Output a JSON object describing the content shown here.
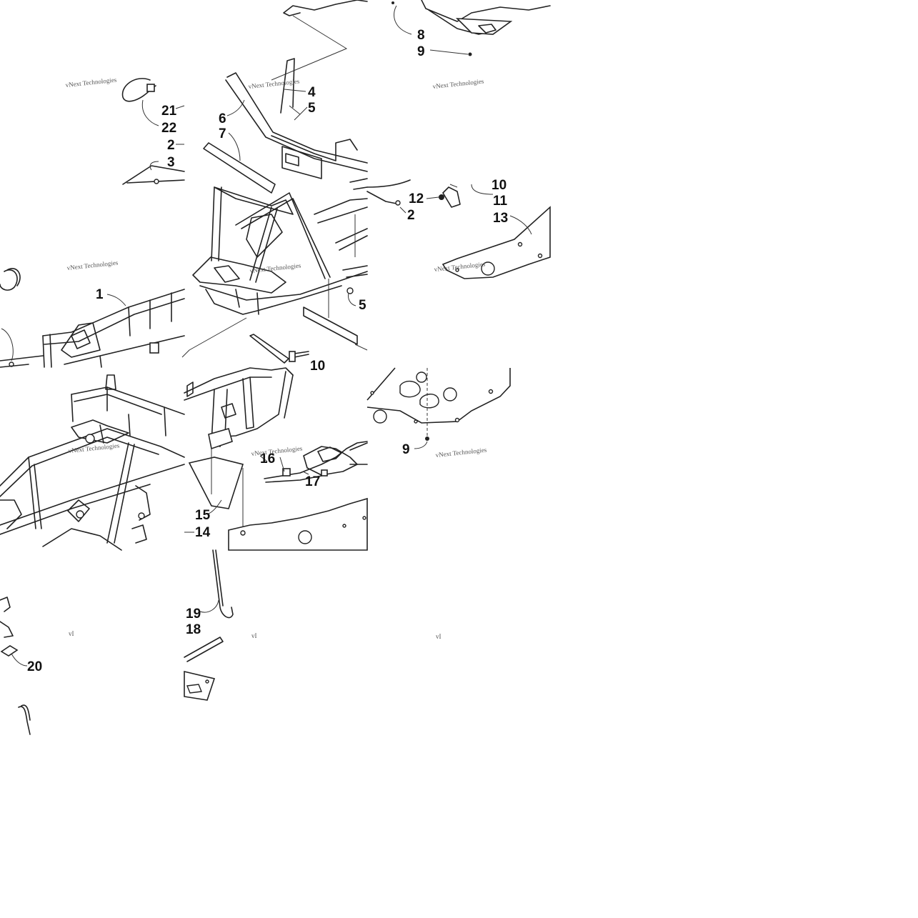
{
  "callouts": [
    "1",
    "2",
    "2",
    "3",
    "4",
    "5",
    "5",
    "6",
    "7",
    "8",
    "9",
    "9",
    "10",
    "10",
    "11",
    "12",
    "13",
    "14",
    "15",
    "16",
    "17",
    "18",
    "19",
    "20",
    "21",
    "22"
  ],
  "watermark": "vNext Technologies",
  "watermark_partial": "vI"
}
